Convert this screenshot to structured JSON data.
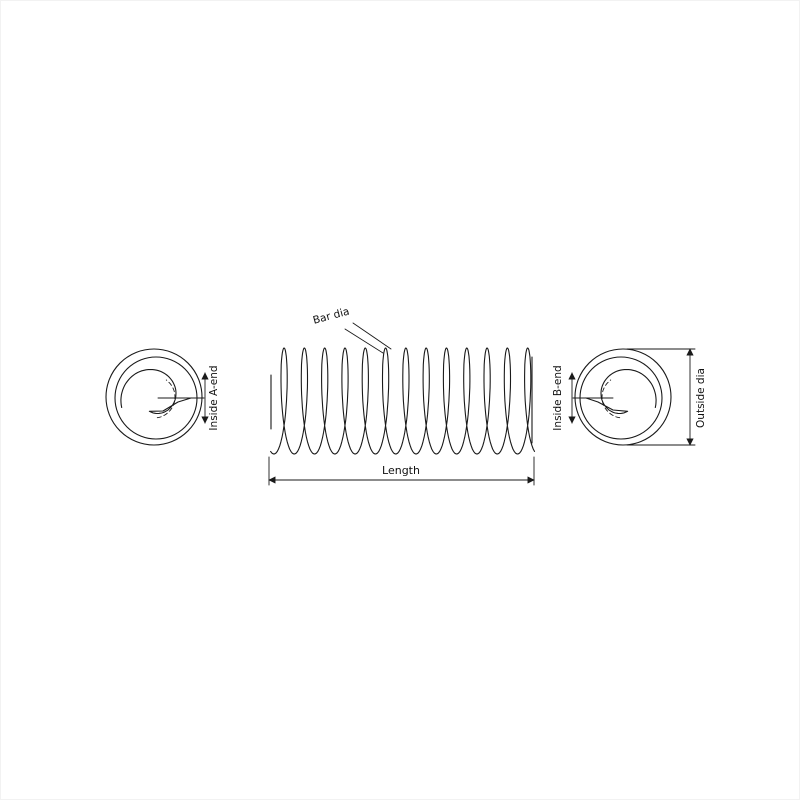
{
  "page": {
    "background": "#ffffff"
  },
  "diagram": {
    "line_color": "#1a1a1a",
    "labels": {
      "bar_dia": "Bar dia",
      "length": "Length",
      "inside_a_end": "Inside A-end",
      "inside_b_end": "Inside B-end",
      "outside_dia": "Outside dia"
    }
  }
}
